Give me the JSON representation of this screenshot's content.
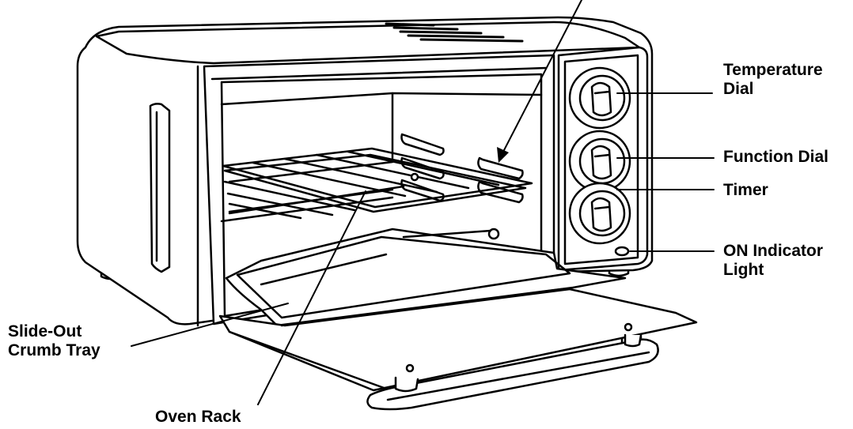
{
  "labels": {
    "temperature_dial": [
      "Temperature",
      "Dial"
    ],
    "function_dial": "Function Dial",
    "timer": "Timer",
    "on_indicator_light": [
      "ON Indicator",
      "Light"
    ],
    "crumb_tray": [
      "Slide-Out",
      "Crumb Tray"
    ],
    "oven_rack": "Oven Rack"
  },
  "colors": {
    "line": "#000000",
    "fill": "#ffffff",
    "glass": "#f2f2f2"
  }
}
